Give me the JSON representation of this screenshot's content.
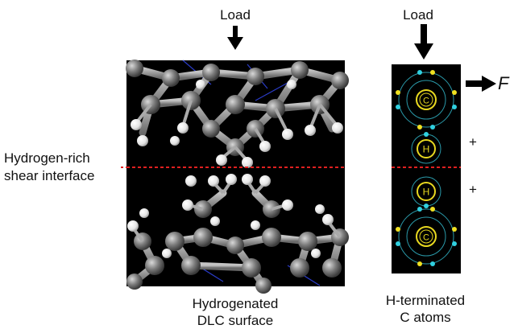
{
  "labels": {
    "load_left": "Load",
    "load_right": "Load",
    "interface_line1": "Hydrogen-rich",
    "interface_line2": "shear interface",
    "dlc_line1": "Hydrogenated",
    "dlc_line2": "DLC surface",
    "hterm_line1": "H-terminated",
    "hterm_line2": "C atoms",
    "force": "F",
    "plus_top": "+",
    "plus_bottom": "+"
  },
  "atoms": {
    "top_carbon": "C",
    "upper_hydrogen": "H",
    "lower_hydrogen": "H",
    "bottom_carbon": "C"
  },
  "colors": {
    "interface_line": "#e02020",
    "background_panel": "#000000",
    "carbon_atom": "#808080",
    "hydrogen_atom": "#f2f2f2",
    "bond": "#9a9a9a",
    "orbit_cyan": "#3fb8c8",
    "electron_yellow": "#f0e020",
    "electron_cyan": "#30d0e0",
    "arrow": "#000000"
  },
  "icons": {
    "load_arrow": "down-arrow-icon",
    "force_arrow": "right-arrow-icon"
  }
}
